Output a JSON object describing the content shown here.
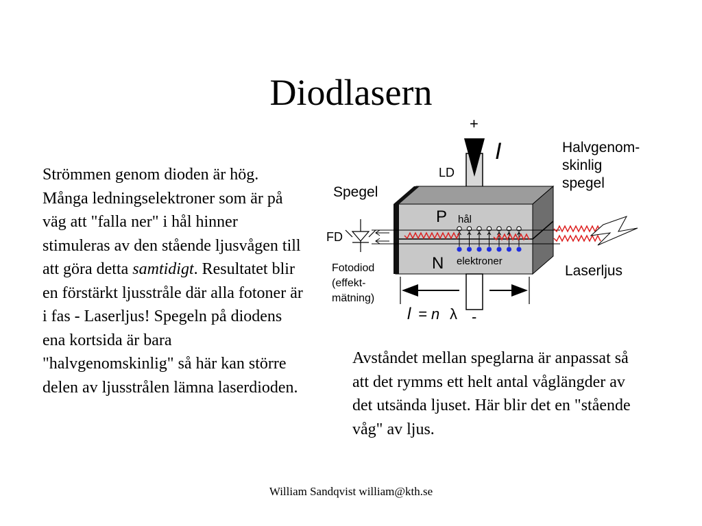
{
  "title": "Diodlasern",
  "left_text": {
    "part1": "Strömmen genom dioden är hög. Många ledningselektroner som är på väg att \"falla ner\" i hål hinner stimuleras av den stående ljusvågen till att göra detta ",
    "emphasis": "samtidigt",
    "part2": ". Resultatet blir en förstärkt ljusstråle där alla fotoner är i fas - Laserljus! Spegeln på diodens ena kortsida är bara \"halvgenomskinlig\" så här kan större delen av ljusstrålen lämna laserdioden."
  },
  "right_text": "Avståndet mellan speglarna är anpassat så att det rymms ett helt antal våglängder av det utsända ljuset. Här blir det en \"stående våg\" av ljus.",
  "footer": "William Sandqvist  william@kth.se",
  "diagram": {
    "plus": "+",
    "current": "I",
    "ld": "LD",
    "spegel": "Spegel",
    "halvgenom": [
      "Halvgenom-",
      "skinlig",
      "spegel"
    ],
    "p": "P",
    "hal": "hål",
    "n": "N",
    "elektroner": "elektroner",
    "fd": "FD",
    "fotodiod": [
      "Fotodiod",
      "(effekt-",
      "mätning)"
    ],
    "laserljus": "Laserljus",
    "length_l": "l",
    "length_eq": "= n",
    "lambda": "λ",
    "minus": "-"
  },
  "colors": {
    "chip_top": "#9c9c9c",
    "chip_front": "#c8c8c8",
    "chip_side": "#6e6e6e",
    "wave": "#dd2222",
    "electron": "#1f2ee0"
  }
}
